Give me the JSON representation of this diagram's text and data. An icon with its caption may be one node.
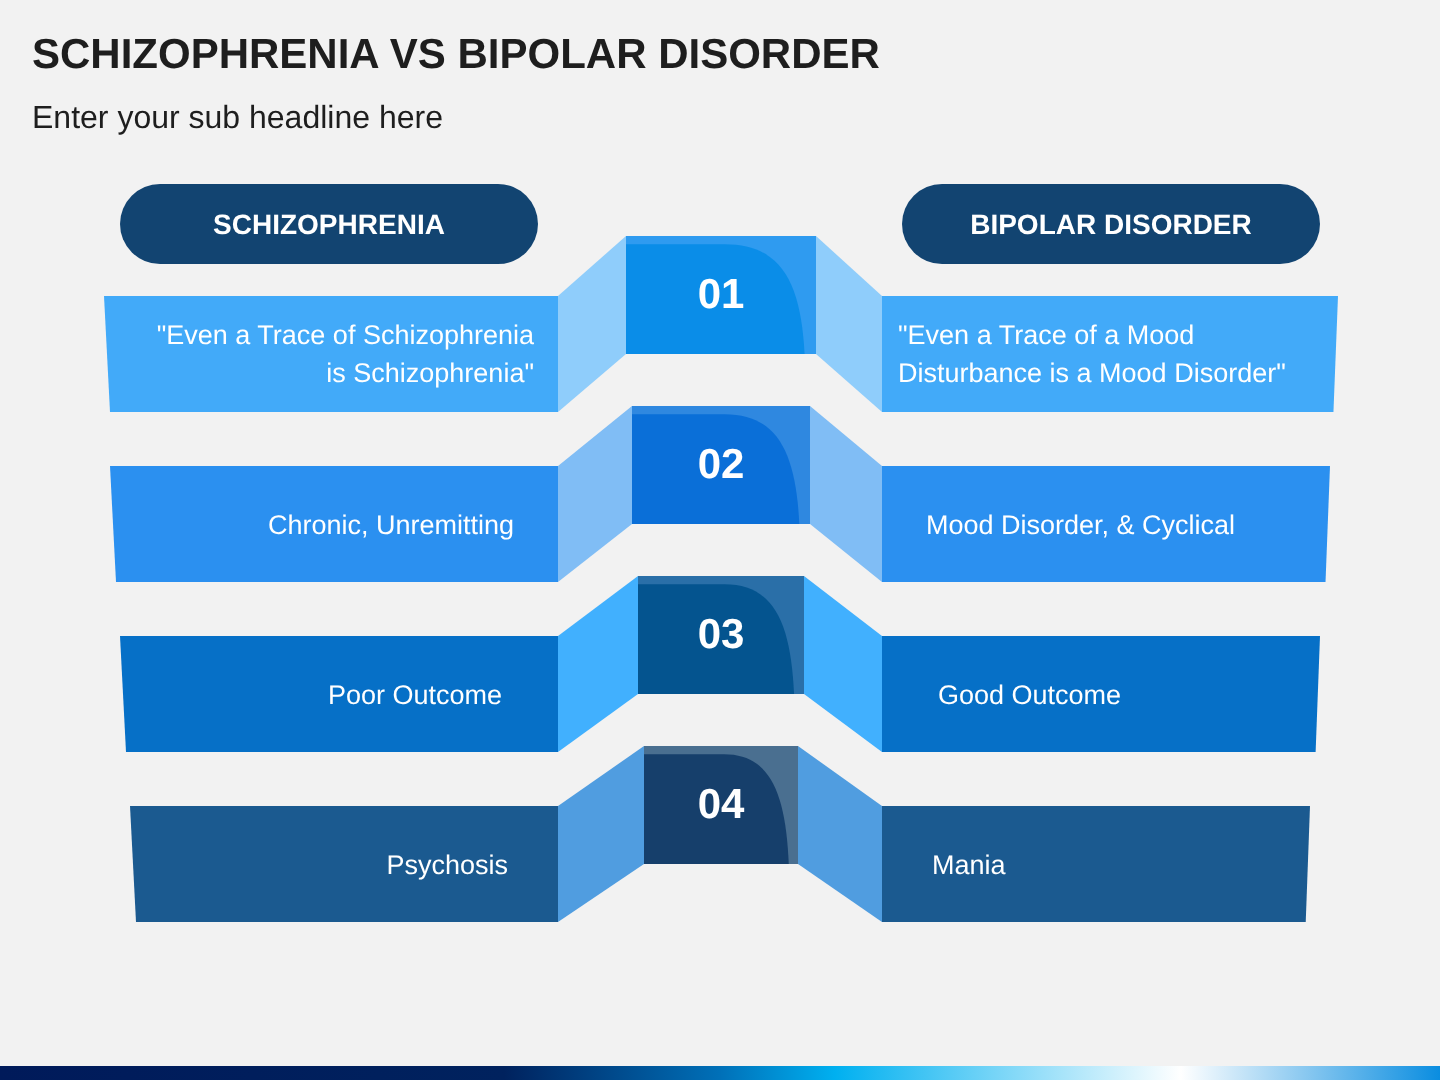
{
  "diagram": {
    "title": "SCHIZOPHRENIA VS BIPOLAR DISORDER",
    "nodes": [
      {
        "text": [
          "SCHIZOPHRENIA"
        ]
      },
      {
        "text": [
          "BIPOLAR DISORDER"
        ]
      },
      {
        "text": [
          "\"Even a Trace of Schizophrenia is Schizophrenia\""
        ]
      },
      {
        "text": [],
        "shape": "band"
      },
      {
        "text": [
          "01"
        ]
      },
      {
        "text": [],
        "shape": "band"
      },
      {
        "text": [
          "\"Even a Trace of a Mood Disturbance is a Mood Disorder\""
        ]
      },
      {
        "text": [
          "Chronic, Unremitting"
        ]
      },
      {
        "text": [],
        "shape": "band"
      },
      {
        "text": [
          "02"
        ]
      },
      {
        "text": [],
        "shape": "band"
      },
      {
        "text": [
          "Mood Disorder, & Cyclical"
        ]
      },
      {
        "text": [
          "Poor Outcome"
        ]
      },
      {
        "text": [],
        "shape": "band"
      },
      {
        "text": [
          "03"
        ]
      },
      {
        "text": [],
        "shape": "band"
      },
      {
        "text": [
          "Good Outcome"
        ]
      },
      {
        "text": [
          "Psychosis"
        ]
      },
      {
        "text": [],
        "shape": "band"
      },
      {
        "text": [
          "04"
        ]
      },
      {
        "text": [],
        "shape": "band"
      },
      {
        "text": [
          "Mania"
        ]
      }
    ],
    "labels": [
      "Enter your sub headline here"
    ]
  }
}
